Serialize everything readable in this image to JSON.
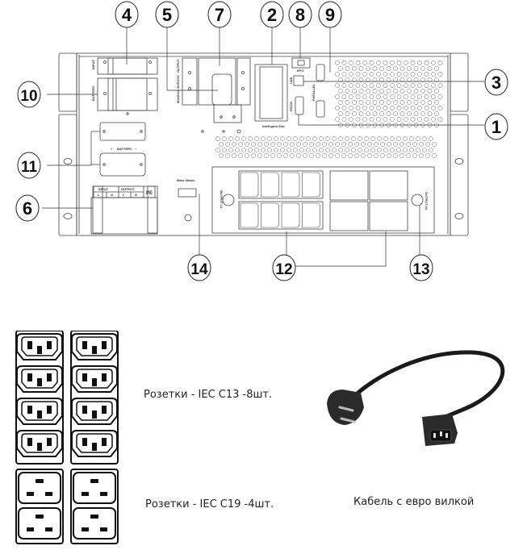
{
  "diagram": {
    "title": "UPS rear panel",
    "callouts": [
      {
        "num": "1",
        "target": "RS232"
      },
      {
        "num": "2",
        "target": "Intelligent Slot"
      },
      {
        "num": "3",
        "target": "USB"
      },
      {
        "num": "4",
        "target": "INPUT breaker"
      },
      {
        "num": "5",
        "target": "MANUAL BYPASS"
      },
      {
        "num": "6",
        "target": "Terminal block"
      },
      {
        "num": "7",
        "target": "OUTPUT breaker"
      },
      {
        "num": "8",
        "target": "EPO"
      },
      {
        "num": "9",
        "target": "PARALLEL"
      },
      {
        "num": "10",
        "target": "BATTERY breaker"
      },
      {
        "num": "11",
        "target": "BATTERY connector"
      },
      {
        "num": "12",
        "target": "Output outlets"
      },
      {
        "num": "13",
        "target": "Output breaker"
      },
      {
        "num": "14",
        "target": "Main Status"
      }
    ],
    "labels": {
      "input": "INPUT",
      "battery": "BATTERY",
      "output": "OUTPUT",
      "manual_bypass": "MANUAL BYPASS",
      "intelligent_slot": "Intelligent Slot",
      "epo": "EPO",
      "usb": "USB",
      "rs232": "RS232",
      "parallel": "PARALLEL",
      "battery_plus": "+",
      "battery_minus": "−",
      "term_input": "INPUT",
      "term_output": "OUTPUT",
      "l": "L",
      "n": "N",
      "pe": "PE",
      "main_status": "Main Status",
      "output1": "OUTPUT 1A",
      "output2": "OUTPUT 2A",
      "ground": "⏚"
    }
  },
  "legend": {
    "c13_caption": "Розетки - IEC C13 -8шт.",
    "c19_caption": "Розетки - IEC C19 -4шт.",
    "cable_caption": "Кабель с евро вилкой"
  }
}
